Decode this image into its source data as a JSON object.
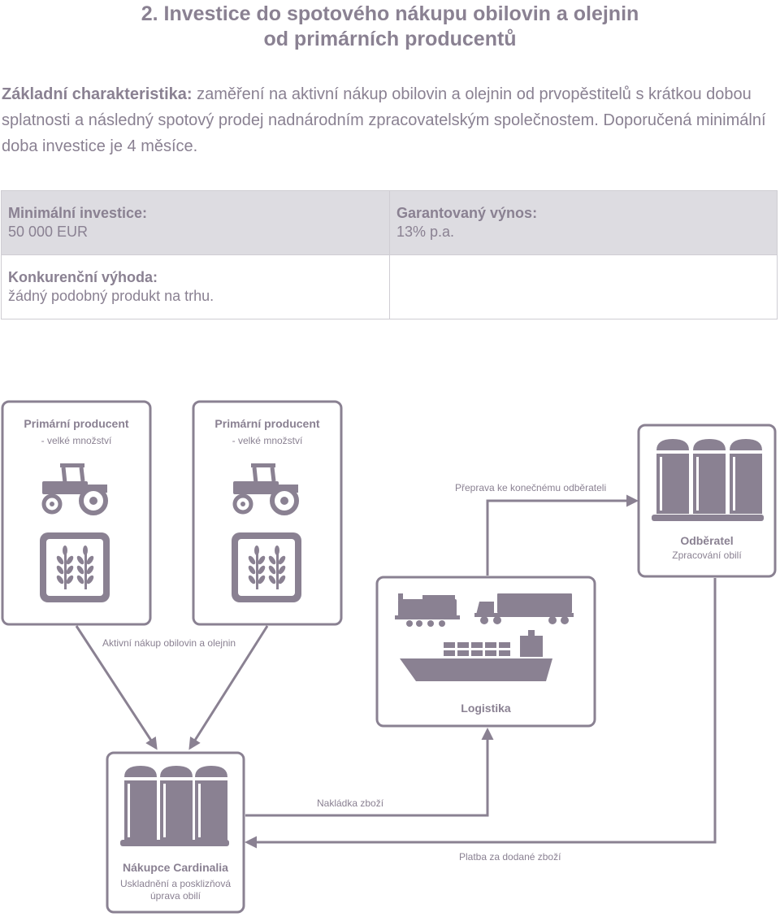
{
  "heading": {
    "line1": "2. Investice do spotového nákupu obilovin a olejnin",
    "line2": "od primárních producentů"
  },
  "intro": {
    "label": "Základní charakteristika:",
    "text": " zaměření na aktivní nákup obilovin a olejnin od prvopěstitelů s krátkou dobou splatnosti a následný spotový prodej nadnárodním zpracovatelským společnostem. Doporučená minimální doba investice je 4 měsíce."
  },
  "facts": {
    "min_investment": {
      "label": "Minimální investice:",
      "value": "50 000 EUR"
    },
    "guaranteed_yield": {
      "label": "Garantovaný výnos:",
      "value": "13% p.a."
    },
    "advantage": {
      "label": "Konkurenční výhoda:",
      "value": "žádný podobný produkt na trhu."
    }
  },
  "diagram": {
    "producer1": {
      "title": "Primární producent",
      "subtitle": "- velké množství"
    },
    "producer2": {
      "title": "Primární producent",
      "subtitle": "- velké množství"
    },
    "customer": {
      "title": "Odběratel",
      "subtitle": "Zpracování obilí"
    },
    "logistics": {
      "title": "Logistika"
    },
    "buyer": {
      "title": "Nákupce Cardinalia",
      "subtitle_line1": "Uskladnění a posklizňová",
      "subtitle_line2": "úprava obilí"
    },
    "flows": {
      "purchase": "Aktivní nákup obilovin a olejnin",
      "transport": "Přeprava ke konečnému odběrateli",
      "loading": "Nakládka zboží",
      "payment": "Platba za dodané zboží"
    },
    "colors": {
      "stroke": "#8a8192",
      "fill": "#8a8192"
    }
  }
}
